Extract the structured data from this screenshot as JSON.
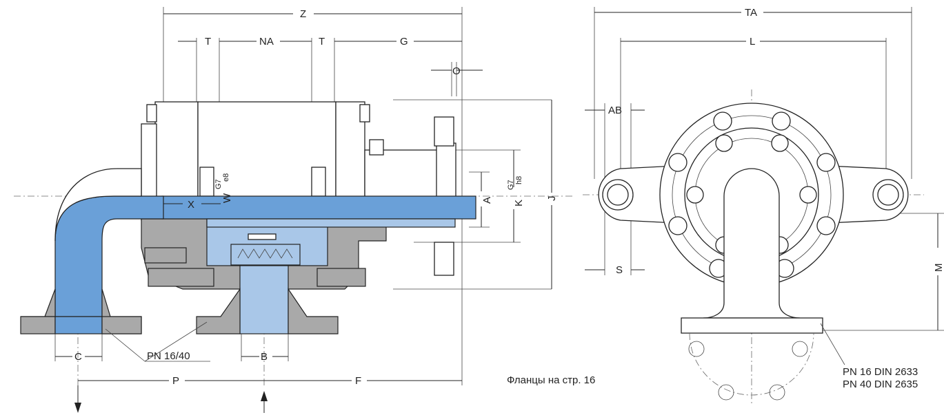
{
  "dimensions": {
    "Z": "Z",
    "T_left": "T",
    "NA": "NA",
    "T_right": "T",
    "G": "G",
    "O": "O",
    "X": "X",
    "W": "W",
    "W_tol": "G7",
    "W_tol2": "e8",
    "A": "A",
    "K": "K",
    "K_tol": "G7",
    "K_tol2": "h8",
    "J": "J",
    "C": "C",
    "B": "B",
    "P": "P",
    "F": "F",
    "TA": "TA",
    "L": "L",
    "AB": "AB",
    "S": "S",
    "M": "M"
  },
  "labels": {
    "pn_left": "PN 16/40",
    "pn_right_1": "PN 16 DIN 2633",
    "pn_right_2": "PN 40 DIN 2635",
    "flanges_note": "Фланцы на стр. 16"
  },
  "colors": {
    "flow_blue": "#6aa0d8",
    "light_blue": "#a9c7e8",
    "grey": "#a9a9a9"
  }
}
